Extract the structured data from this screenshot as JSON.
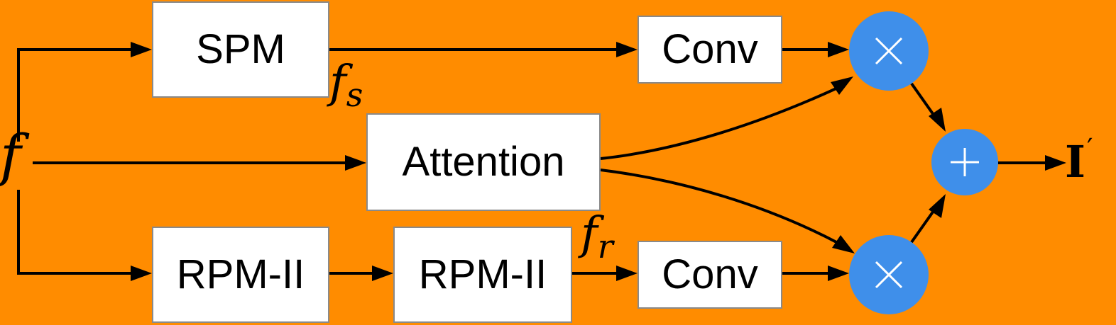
{
  "colors": {
    "background": "#FF8C00",
    "box_fill": "#FFFFFF",
    "box_border": "#8A8A8A",
    "operator_fill": "#3F8FEA",
    "operator_symbol": "#FFFFFF",
    "wire": "#000000"
  },
  "blocks": {
    "spm": "SPM",
    "attention": "Attention",
    "rpm_first": "RPM-II",
    "rpm_second": "RPM-II",
    "conv_top": "Conv",
    "conv_bottom": "Conv"
  },
  "operators": {
    "multiply_top": "multiply-icon",
    "multiply_bottom": "multiply-icon",
    "add": "plus-icon"
  },
  "math_labels": {
    "input": "f",
    "fs_base": "f",
    "fs_sub": "s",
    "fr_base": "f",
    "fr_sub": "r",
    "output_base": "I",
    "output_prime": "′"
  }
}
